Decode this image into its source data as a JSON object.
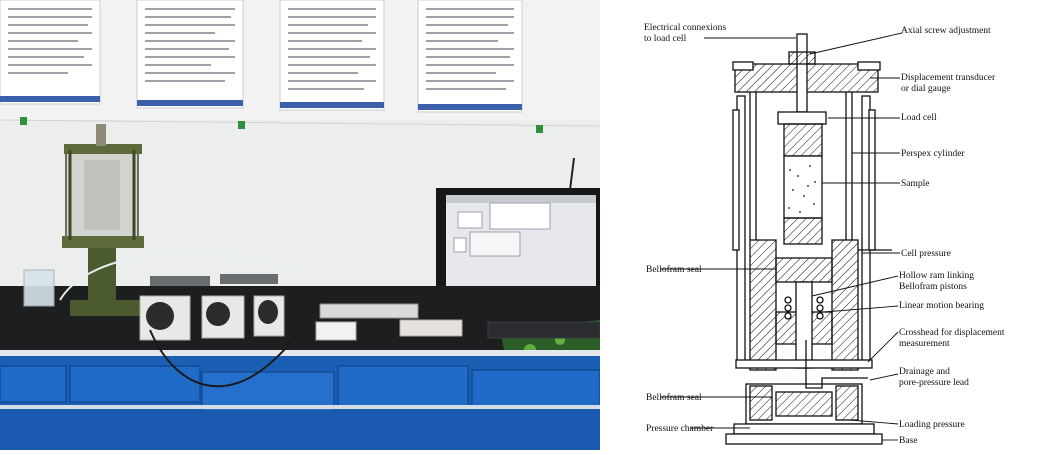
{
  "diagram": {
    "labels": {
      "electrical_1": "Electrical connexions",
      "electrical_2": "to load cell",
      "axial": "Axial screw adjustment",
      "disp_1": "Displacement transducer",
      "disp_2": "or dial gauge",
      "load_cell": "Load cell",
      "perspex": "Perspex cylinder",
      "sample": "Sample",
      "cell_pressure": "Cell pressure",
      "bellofram_seal_top": "Bellofram seal",
      "hollow_1": "Hollow ram linking",
      "hollow_2": "Bellofram pistons",
      "linear": "Linear motion bearing",
      "crosshead_1": "Crosshead for displacement",
      "crosshead_2": "measurement",
      "drainage_1": "Drainage and",
      "drainage_2": "pore-pressure lead",
      "bellofram_seal_bottom": "Bellofram seal",
      "loading_pressure": "Loading pressure",
      "pressure_chamber": "Pressure chamber",
      "base": "Base"
    }
  },
  "colors": {
    "wall": "#e9ecea",
    "bench_top": "#1c1d1f",
    "cabinet_blue": "#1a5fb8",
    "green_drip": "#3c8a2c"
  }
}
